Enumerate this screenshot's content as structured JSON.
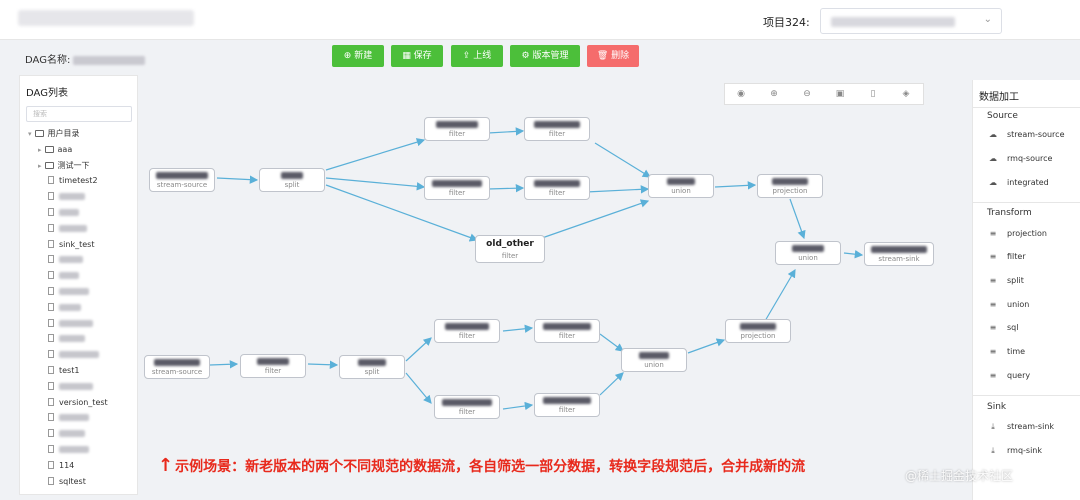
{
  "header": {
    "project_label": "项目324:"
  },
  "toolbar": {
    "dag_name_label": "DAG名称:",
    "buttons": [
      {
        "label": "⊕ 新建"
      },
      {
        "label": "▦ 保存"
      },
      {
        "label": "⇪ 上线"
      },
      {
        "label": "⚙ 版本管理"
      },
      {
        "label": "🗑 删除"
      }
    ]
  },
  "left_panel": {
    "title": "DAG列表",
    "search_placeholder": "搜索",
    "tree": [
      {
        "type": "folder",
        "label": "用户目录",
        "open": true
      },
      {
        "type": "folder",
        "label": "aaa",
        "open": false
      },
      {
        "type": "folder",
        "label": "测试一下",
        "open": false
      },
      {
        "type": "file",
        "label": "timetest2"
      },
      {
        "type": "file",
        "label": ""
      },
      {
        "type": "file",
        "label": ""
      },
      {
        "type": "file",
        "label": ""
      },
      {
        "type": "file",
        "label": "sink_test"
      },
      {
        "type": "file",
        "label": ""
      },
      {
        "type": "file",
        "label": ""
      },
      {
        "type": "file",
        "label": ""
      },
      {
        "type": "file",
        "label": ""
      },
      {
        "type": "file",
        "label": ""
      },
      {
        "type": "file",
        "label": ""
      },
      {
        "type": "file",
        "label": ""
      },
      {
        "type": "file",
        "label": "test1"
      },
      {
        "type": "file",
        "label": ""
      },
      {
        "type": "file",
        "label": "version_test"
      },
      {
        "type": "file",
        "label": ""
      },
      {
        "type": "file",
        "label": ""
      },
      {
        "type": "file",
        "label": ""
      },
      {
        "type": "file",
        "label": "114"
      },
      {
        "type": "file",
        "label": "sqltest"
      }
    ]
  },
  "canvas": {
    "nodes": [
      {
        "id": "src1",
        "type": "stream-source",
        "name": ""
      },
      {
        "id": "split1",
        "type": "split",
        "name": ""
      },
      {
        "id": "f1",
        "type": "filter",
        "name": ""
      },
      {
        "id": "f2",
        "type": "filter",
        "name": ""
      },
      {
        "id": "f3",
        "type": "filter",
        "name": ""
      },
      {
        "id": "f4",
        "type": "filter",
        "name": ""
      },
      {
        "id": "u1",
        "type": "union",
        "name": ""
      },
      {
        "id": "p1",
        "type": "projection",
        "name": ""
      },
      {
        "id": "oldother",
        "type": "filter",
        "name": "old_other"
      },
      {
        "id": "u3",
        "type": "union",
        "name": ""
      },
      {
        "id": "sink",
        "type": "stream-sink",
        "name": ""
      },
      {
        "id": "src2",
        "type": "stream-source",
        "name": ""
      },
      {
        "id": "f5",
        "type": "filter",
        "name": ""
      },
      {
        "id": "split2",
        "type": "split",
        "name": ""
      },
      {
        "id": "f6",
        "type": "filter",
        "name": ""
      },
      {
        "id": "f7",
        "type": "filter",
        "name": ""
      },
      {
        "id": "f8",
        "type": "filter",
        "name": ""
      },
      {
        "id": "f9",
        "type": "filter",
        "name": ""
      },
      {
        "id": "u2",
        "type": "union",
        "name": ""
      },
      {
        "id": "p2",
        "type": "projection",
        "name": ""
      }
    ]
  },
  "right_panel": {
    "title": "数据加工",
    "sections": [
      {
        "label": "Source",
        "items": [
          {
            "label": "stream-source",
            "icon": "cloud-icon"
          },
          {
            "label": "rmq-source",
            "icon": "cloud-icon"
          },
          {
            "label": "integrated",
            "icon": "cloud-icon"
          }
        ]
      },
      {
        "label": "Transform",
        "items": [
          {
            "label": "projection",
            "icon": "list-icon"
          },
          {
            "label": "filter",
            "icon": "list-icon"
          },
          {
            "label": "split",
            "icon": "list-icon"
          },
          {
            "label": "union",
            "icon": "list-icon"
          },
          {
            "label": "sql",
            "icon": "list-icon"
          },
          {
            "label": "time",
            "icon": "list-icon"
          },
          {
            "label": "query",
            "icon": "list-icon"
          }
        ]
      },
      {
        "label": "Sink",
        "items": [
          {
            "label": "stream-sink",
            "icon": "download-icon"
          },
          {
            "label": "rmq-sink",
            "icon": "download-icon"
          }
        ]
      }
    ]
  },
  "caption": "示例场景：新老版本的两个不同规范的数据流，各自筛选一部分数据，转换字段规范后，合并成新的流",
  "watermark": "@稀土掘金技术社区",
  "colors": {
    "green": "#4cbf3a",
    "red": "#f56c6c",
    "edge": "#5ab0d8",
    "caption": "#e8291c"
  }
}
